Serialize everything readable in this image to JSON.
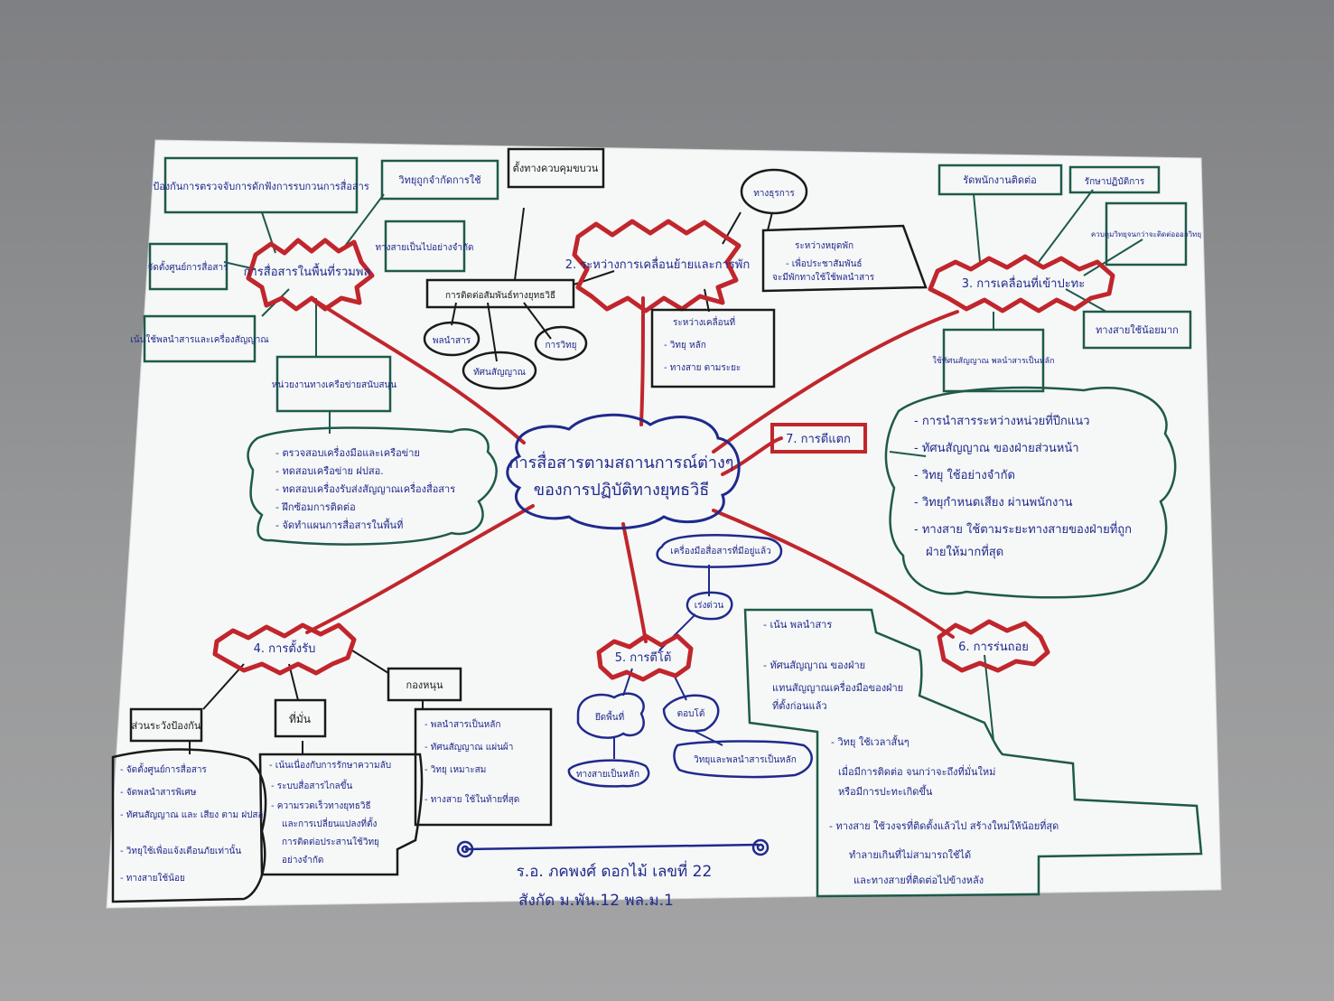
{
  "center": {
    "line1": "การสื่อสารตามสถานการณ์ต่างๆ",
    "line2": "ของการปฏิบัติทางยุทธวิธี"
  },
  "topics": [
    {
      "label": "การสื่อสารในพื้นที่รวมพล"
    },
    {
      "label": "2. ระหว่างการเคลื่อนย้ายและการพัก"
    },
    {
      "label": "3. การเคลื่อนที่เข้าปะทะ"
    },
    {
      "label": "4. การตั้งรับ"
    },
    {
      "label": "5. การตีโต้"
    },
    {
      "label": "6. การร่นถอย"
    },
    {
      "label": "7. การตีแตก"
    }
  ],
  "boxes": {
    "b1": "ป้องกันการตรวจจับการดักฟังการรบกวนการสื่อสาร",
    "b2": "วิทยุถูกจำกัดการใช้",
    "b3": "จัดตั้งศูนย์การสื่อสาร",
    "b4": "ทางสายเป็นไปอย่างจำกัด",
    "b5": "เน้นใช้พลนำสารและเครื่องสัญญาณ",
    "b6": "หน่วยงานทางเครือข่ายสนับสนุน",
    "b7": "การติดต่อสัมพันธ์ทางยุทธวิธี",
    "b8": "ตั้งทางควบคุมขบวน",
    "b9": "ทางธุรการ",
    "b10": "ระหว่างเคลื่อนที่",
    "b11": "รัดพนักงานติดต่อ",
    "b12": "รักษาปฏิบัติการ",
    "b13": "ควบคุมวิทยุจนกว่าจะติดต่อออกวิทยุ",
    "b14": "ทางสายใช้น้อยมาก",
    "b15": "ใช้ทัศนสัญญาณ พลนำสารเป็นหลัก",
    "b16": "7. การตีแตก",
    "b17": "ส่วนระวังป้องกัน",
    "b18": "ที่มั่น",
    "b19": "กองหนุน",
    "b20": "เครื่องมือสื่อสารที่มีอยู่แล้ว",
    "b21": "เร่งด่วน",
    "b22": "ยึดพื้นที่",
    "b23": "ทางสายเป็นหลัก",
    "b24": "ตอบโต้",
    "b25": "วิทยุและพลนำสารเป็นหลัก",
    "b26": "พลนำสาร",
    "b27": "ทัศนสัญญาณ",
    "b28": "การวิทยุ"
  },
  "lists": {
    "admin": [
      "ระหว่างหยุดพัก",
      "- เพื่อประชาสัมพันธ์",
      "จะมีพักทางใช้ใช้พลนำสาร"
    ],
    "moving": [
      "ระหว่างเคลื่อนที่",
      "- วิทยุ หลัก",
      "- ทางสาย ตามระยะ"
    ],
    "assembly": [
      "- ตรวจสอบเครื่องมือและเครือข่าย",
      "- ทดสอบเครือข่าย ฝปสอ.",
      "- ทดสอบเครื่องรับส่งสัญญาณเครื่องสื่อสาร",
      "- ฝึกซ้อมการติดต่อ",
      "- จัดทำแผนการสื่อสารในพื้นที่"
    ],
    "pursuit": [
      "- การนำสารระหว่างหน่วยที่ปีกแนว",
      "- ทัศนสัญญาณ ของฝ่ายส่วนหน้า",
      "- วิทยุ ใช้อย่างจำกัด",
      "- วิทยุกำหนดเสียง ผ่านพนักงาน",
      "- ทางสาย ใช้ตามระยะทางสายของฝ่ายที่ถูก",
      "ฝ่ายให้มากที่สุด"
    ],
    "security": [
      "- จัดตั้งศูนย์การสื่อสาร",
      "- จัดพลนำสารพิเศษ",
      "- ทัศนสัญญาณ และ เสียง ตาม ฝปสอ.",
      "- วิทยุใช้เพื่อแจ้งเตือนภัยเท่านั้น",
      "- ทางสายใช้น้อย"
    ],
    "defense": [
      "- เน้นเนื่องกับการรักษาความลับ",
      "- ระบบสื่อสารไกลขึ้น",
      "- ความรวดเร็วทางยุทธวิธี",
      "และการเปลี่ยนแปลงที่ตั้ง",
      "การติดต่อประสานใช้วิทยุ",
      "อย่างจำกัด"
    ],
    "reserve": [
      "- พลนำสารเป็นหลัก",
      "- ทัศนสัญญาณ แผ่นผ้า",
      "- วิทยุ เหมาะสม",
      "- ทางสาย ใช้ในท้ายที่สุด"
    ],
    "withdraw": [
      "- เน้น พลนำสาร",
      "- ทัศนสัญญาณ ของฝ่าย",
      "แทนสัญญาณเครื่องมือของฝ่าย",
      "ที่ตั้งก่อนแล้ว",
      "- วิทยุ ใช้เวลาสั้นๆ",
      "เมื่อมีการติดต่อ จนกว่าจะถึงที่มั่นใหม่",
      "หรือมีการปะทะเกิดขึ้น",
      "- ทางสาย ใช้วงจรที่ติดตั้งแล้วไป สร้างใหม่ให้น้อยที่สุด",
      "ทำลายเกินที่ไม่สามารถใช้ได้",
      "และทางสายที่ติดต่อไปข้างหลัง"
    ]
  },
  "signature": {
    "line1": "ร.อ. ภคพงศ์ ดอกไม้ เลขที่ 22",
    "line2": "สังกัด ม.พัน.12 พล.ม.1"
  },
  "colors": {
    "red": "#c0262c",
    "blue": "#1f2a8c",
    "green": "#1e5a4a",
    "paper": "#f6f7f7",
    "background": "#8d8e90"
  }
}
